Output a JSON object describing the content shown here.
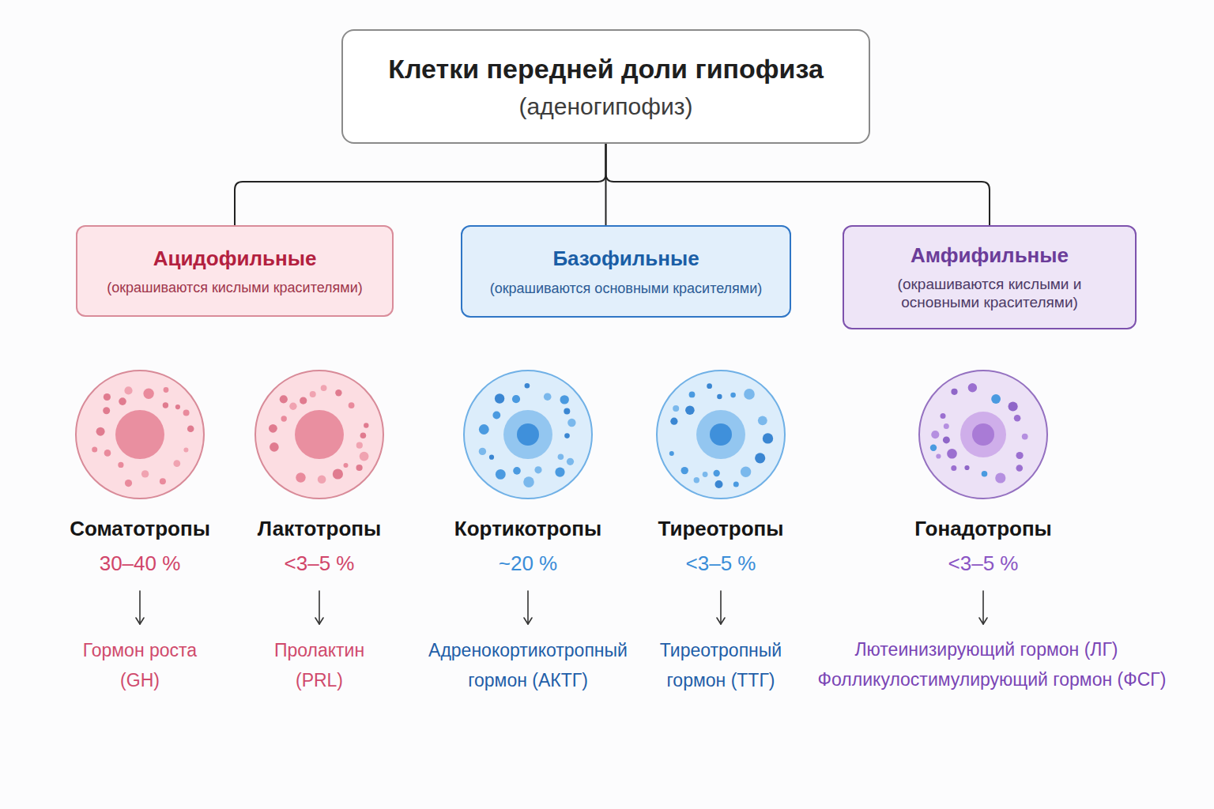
{
  "diagram": {
    "nodes": [
      {
        "text": [
          "Клетки передней доли гипофиза",
          "(аденогипофиз)"
        ]
      },
      {
        "text": [
          "Ацидофильные",
          "(окрашиваются кислыми красителями)"
        ]
      },
      {
        "text": [
          "Базофильные",
          "(окрашиваются основными красителями)"
        ]
      },
      {
        "text": [
          "Амфифильные",
          "(окрашиваются кислыми и основными красителями)"
        ]
      },
      {
        "text": [
          "Соматотропы",
          "30–40 %"
        ]
      },
      {
        "text": [
          "Лактотропы",
          "<3–5 %"
        ]
      },
      {
        "text": [
          "Кортикотропы",
          "~20 %"
        ]
      },
      {
        "text": [
          "Тиреотропы",
          "<3–5 %"
        ]
      },
      {
        "text": [
          "Гонадотропы",
          "<3–5 %"
        ]
      }
    ],
    "edges": [
      {
        "from": 0,
        "to": 1,
        "arrow": "none"
      },
      {
        "from": 0,
        "to": 2,
        "arrow": "none"
      },
      {
        "from": 0,
        "to": 3,
        "arrow": "none"
      }
    ],
    "labels": [
      "Гормон роста (GH)",
      "Пролактин (PRL)",
      "Адренокортикотропный гормон (АКТГ)",
      "Тиреотропный гормон (ТТГ)",
      "Лютеинизирующий гормон (ЛГ)",
      "Фолликулостимулирующий гормон (ФСГ)"
    ]
  }
}
